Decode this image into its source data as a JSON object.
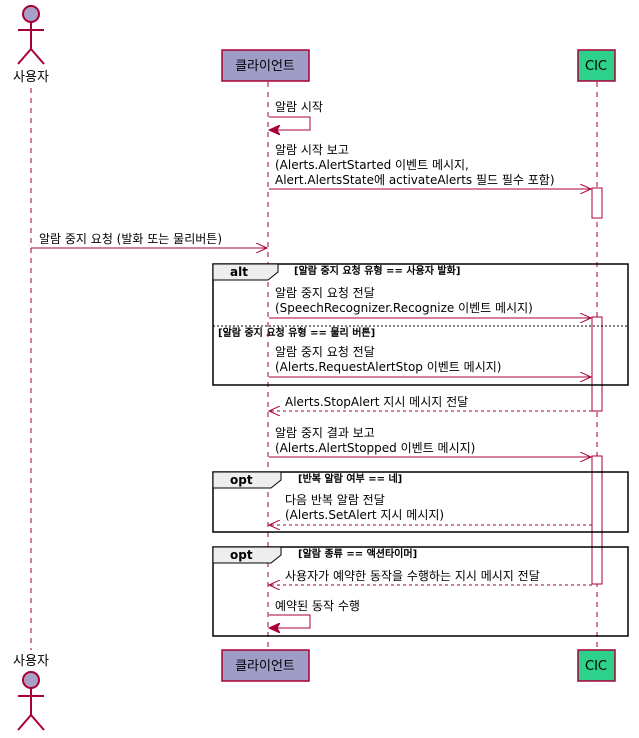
{
  "participants": {
    "user": {
      "label": "사용자"
    },
    "client": {
      "label": "클라이언트"
    },
    "cic": {
      "label": "CIC"
    }
  },
  "messages": {
    "m1": "알람 시작",
    "m2": {
      "l1": "알람 시작 보고",
      "l2": "(Alerts.AlertStarted 이벤트 메시지,",
      "l3": "Alert.AlertsState에 activateAlerts 필드 필수 포함)"
    },
    "m3": "알람 중지 요청 (발화 또는 물리버튼)",
    "m4": {
      "l1": "알람 중지 요청 전달",
      "l2": "(SpeechRecognizer.Recognize 이벤트 메시지)"
    },
    "m5": {
      "l1": "알람 중지 요청 전달",
      "l2": "(Alerts.RequestAlertStop 이벤트 메시지)"
    },
    "m6": "Alerts.StopAlert 지시 메시지 전달",
    "m7": {
      "l1": "알람 중지 결과 보고",
      "l2": "(Alerts.AlertStopped 이벤트 메시지)"
    },
    "m8": {
      "l1": "다음 반복 알람 전달",
      "l2": "(Alerts.SetAlert 지시 메시지)"
    },
    "m9": "사용자가 예약한 동작을 수행하는 지시 메시지 전달",
    "m10": "예약된 동작 수행"
  },
  "fragments": {
    "alt": {
      "keyword": "alt",
      "guard1": "[알람 중지 요청 유형 == 사용자 발화]",
      "guard2": "[알람 중지 요청 유형 == 물리 버튼]"
    },
    "opt1": {
      "keyword": "opt",
      "guard": "[반복 알람 여부 == 네]"
    },
    "opt2": {
      "keyword": "opt",
      "guard": "[알람 종류 == 액션타이머]"
    }
  },
  "colors": {
    "line": "#a80036",
    "actor_fill": "#a9a0c8",
    "client_fill": "#a09cc8",
    "cic_fill": "#2ed18a",
    "activation_fill": "#ffffff"
  }
}
